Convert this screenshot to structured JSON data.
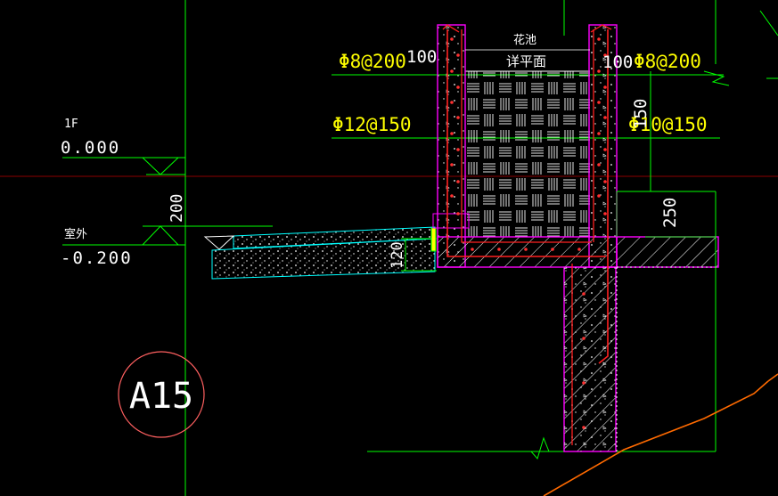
{
  "colors": {
    "background": "#000000",
    "green": "#00ff00",
    "white": "#ffffff",
    "magenta": "#ff00ff",
    "red": "#ff2020",
    "cyan": "#00ffff",
    "yellow": "#ffff00",
    "orange": "#ff6a00",
    "darkred": "#8b0000",
    "pink": "#ff6060"
  },
  "labels": {
    "floor_1f": "1F",
    "elev_1f": "0.000",
    "exterior": "室外",
    "elev_exterior": "-0.200",
    "dim_200": "200",
    "dim_120": "120",
    "dim_250": "250",
    "dim_150_right": "150",
    "dim_100_left": "100",
    "dim_100_right": "100",
    "planter_line1": "花池",
    "planter_line2": "详平面",
    "rebar_top_left": "Φ8@200",
    "rebar_top_right": "Φ8@200",
    "rebar_mid_left": "Φ12@150",
    "rebar_mid_right": "Φ10@150",
    "detail_tag": "A15"
  }
}
